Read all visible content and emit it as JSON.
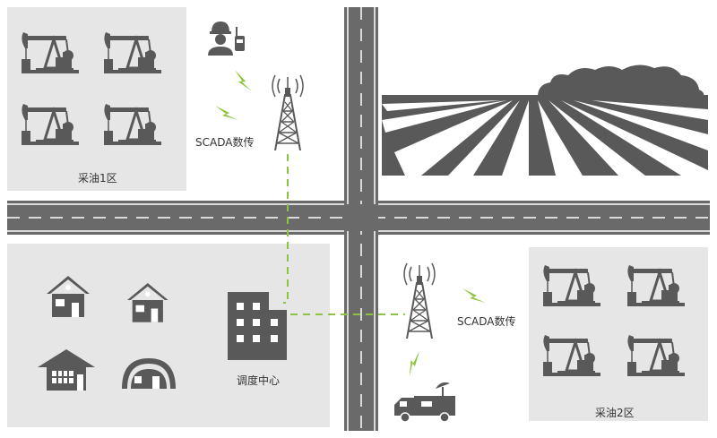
{
  "labels": {
    "zone1": "采油1区",
    "zone2": "采油2区",
    "scada_top": "SCADA数传",
    "scada_right": "SCADA数传",
    "dispatch": "调度中心"
  },
  "colors": {
    "panel": "#e6e6e6",
    "road": "#6a6a6a",
    "icon": "#595959",
    "accent": "#8cc43f",
    "link": "#8cc43f",
    "lane": "#ffffff"
  },
  "icons": {
    "pumpjack": "pumpjack-icon",
    "tower": "radio-tower-icon",
    "worker": "field-worker-icon",
    "radio": "walkie-talkie-icon",
    "house": "house-icon",
    "office": "office-building-icon",
    "vehicle": "satellite-vehicle-icon",
    "field": "farmland-icon",
    "signal": "lightning-signal-icon"
  }
}
